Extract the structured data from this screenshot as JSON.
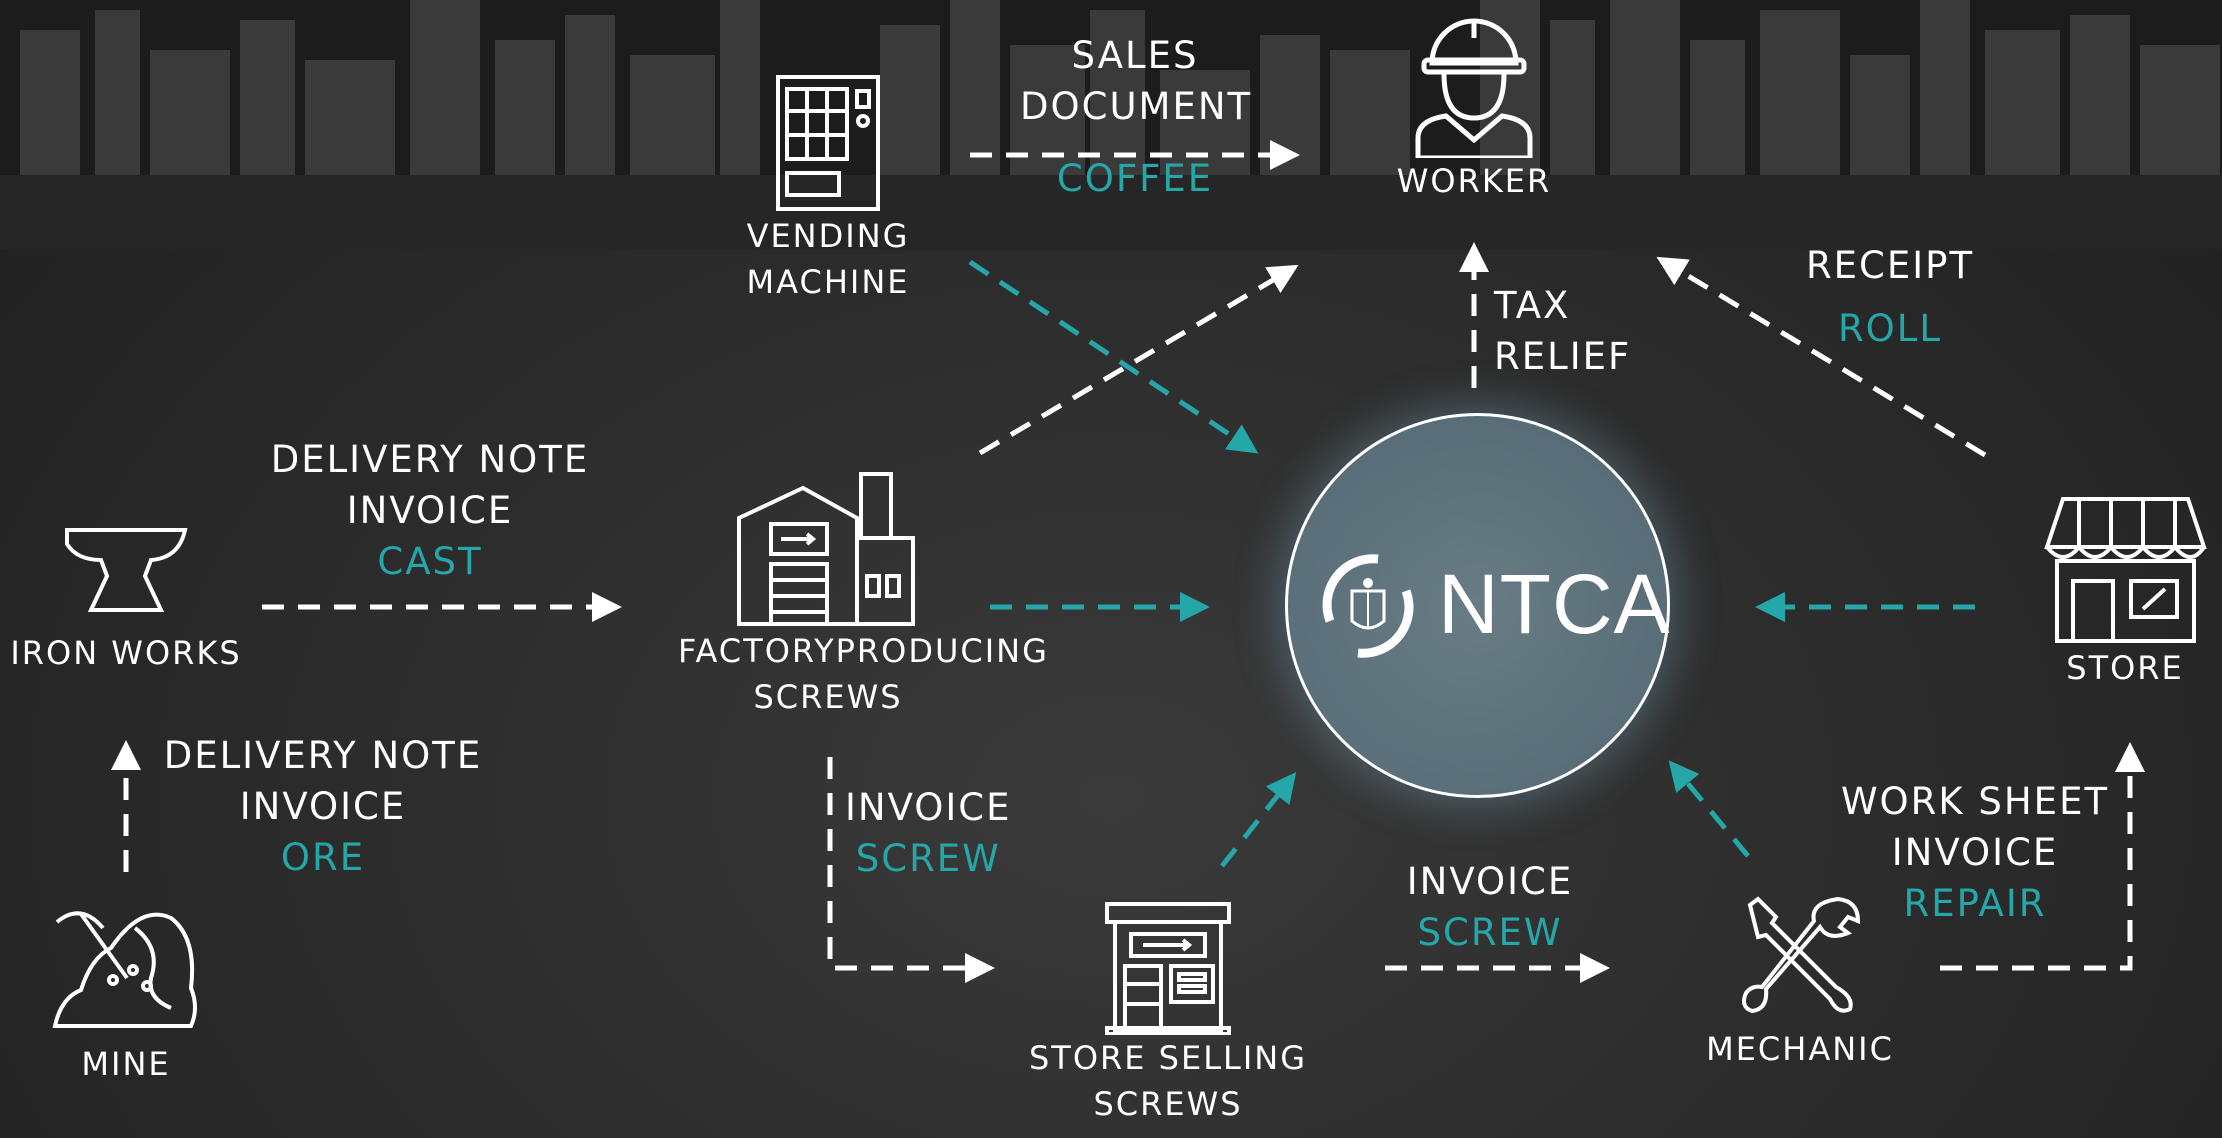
{
  "nodes": {
    "worker": "WORKER",
    "vending_machine": [
      "VENDING",
      "MACHINE"
    ],
    "iron_works": "IRON WORKS",
    "factory": [
      "FACTORYPRODUCING",
      "SCREWS"
    ],
    "store": "STORE",
    "mine": "MINE",
    "store_selling_screws": [
      "STORE SELLING",
      "SCREWS"
    ],
    "mechanic": "MECHANIC"
  },
  "center": {
    "name": "NTCA"
  },
  "flows": {
    "vending_to_worker": {
      "docs": [
        "SALES",
        "DOCUMENT"
      ],
      "item": "COFFEE"
    },
    "center_to_worker": {
      "docs": [
        "TAX",
        "RELIEF"
      ]
    },
    "store_to_worker": {
      "docs": [
        "RECEIPT"
      ],
      "item": "ROLL"
    },
    "iron_to_factory": {
      "docs": [
        "DELIVERY NOTE",
        "INVOICE"
      ],
      "item": "CAST"
    },
    "mine_to_iron": {
      "docs": [
        "DELIVERY NOTE",
        "INVOICE"
      ],
      "item": "ORE"
    },
    "factory_to_shop": {
      "docs": [
        "INVOICE"
      ],
      "item": "SCREW"
    },
    "shop_to_mechanic": {
      "docs": [
        "INVOICE"
      ],
      "item": "SCREW"
    },
    "mechanic_to_store": {
      "docs": [
        "WORK SHEET",
        "INVOICE"
      ],
      "item": "REPAIR"
    }
  },
  "colors": {
    "flow_white": "#ffffff",
    "flow_teal": "#25a6a8",
    "background": "#2b2b2b"
  }
}
